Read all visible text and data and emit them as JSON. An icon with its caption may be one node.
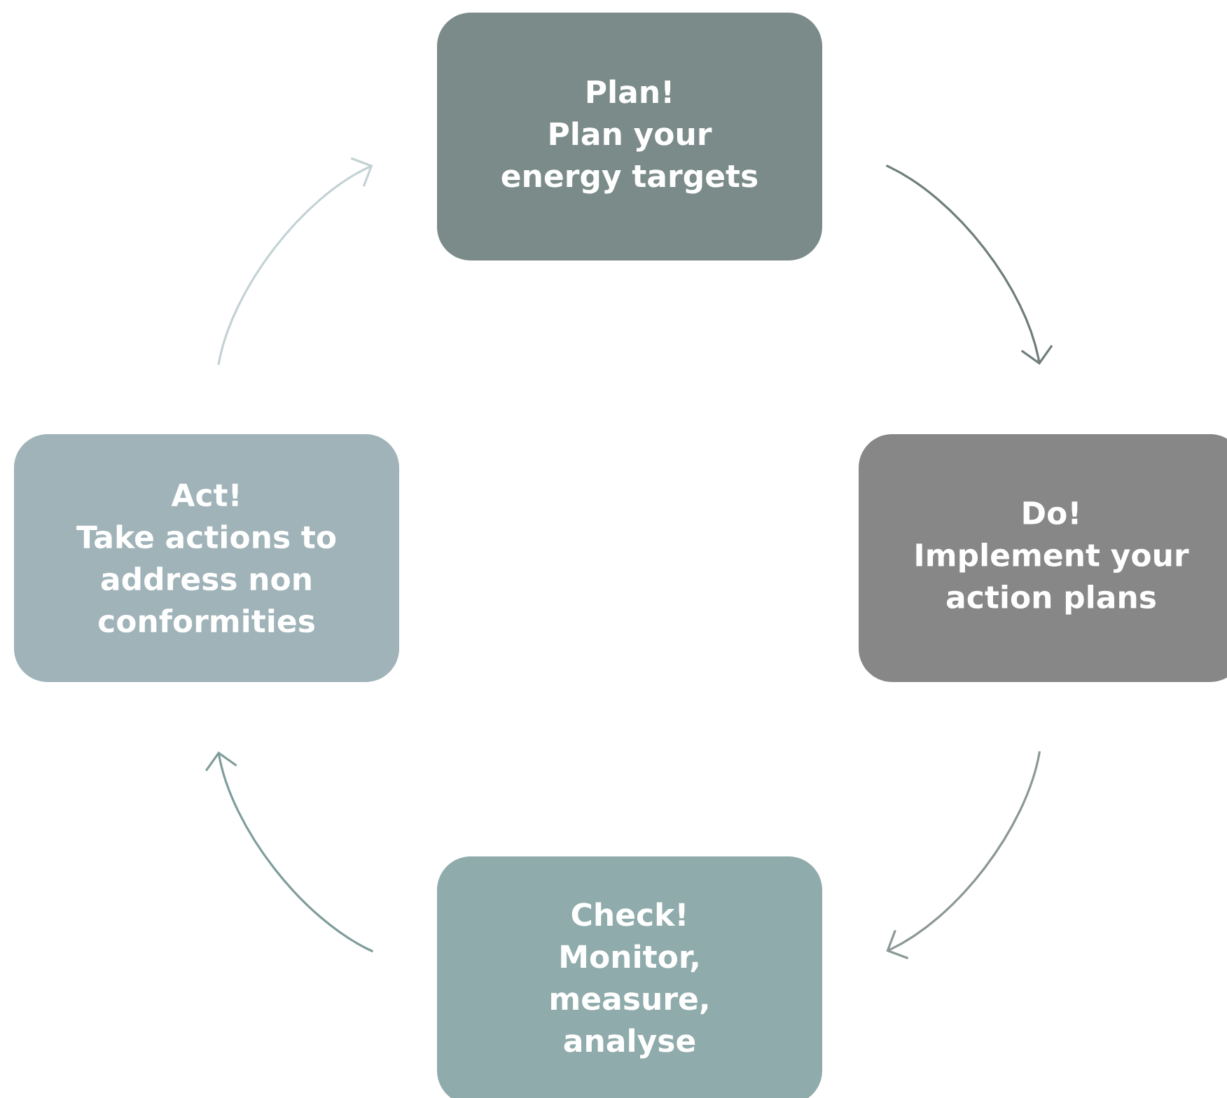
{
  "diagram": {
    "nodes": [
      {
        "text": [
          "Plan!",
          "Plan your energy targets"
        ]
      },
      {
        "text": [
          "Do!",
          "Implement your action plans"
        ]
      },
      {
        "text": [
          "Check!",
          "Monitor, measure, analyse"
        ]
      },
      {
        "text": [
          "Act!",
          "Take actions to address non conformities"
        ]
      }
    ],
    "edges": [
      {
        "from": 0,
        "to": 1,
        "arrow": "to",
        "color": "#6f7e7c"
      },
      {
        "from": 1,
        "to": 2,
        "arrow": "to",
        "color": "#8c9897"
      },
      {
        "from": 2,
        "to": 3,
        "arrow": "to",
        "color": "#7f9d9b"
      },
      {
        "from": 3,
        "to": 0,
        "arrow": "to",
        "color": "#c3d2d4"
      }
    ]
  }
}
